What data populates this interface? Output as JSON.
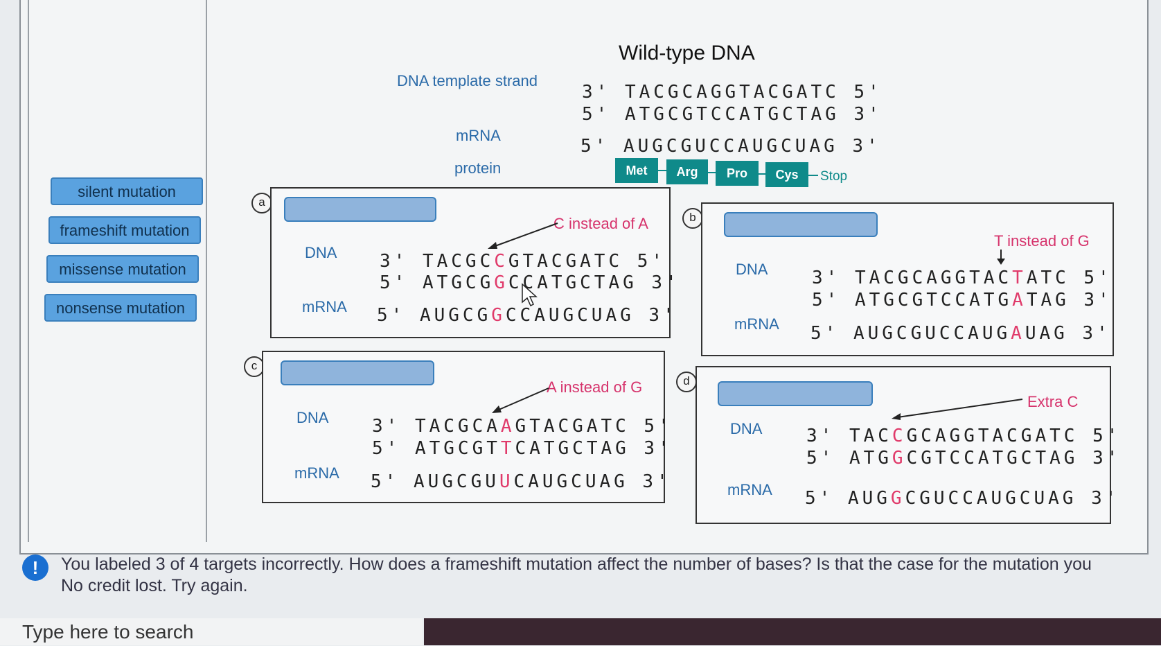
{
  "wildtype": {
    "title": "Wild-type DNA",
    "template_label": "DNA template strand",
    "template_strand": "3' TACGCAGGTACGATC 5'",
    "coding_strand": "5' ATGCGTCCATGCTAG 3'",
    "mrna_label": "mRNA",
    "mrna": "5' AUGCGUCCAUGCUAG 3'",
    "protein_label": "protein",
    "protein": [
      "Met",
      "Arg",
      "Pro",
      "Cys"
    ],
    "stop": "Stop"
  },
  "labels": [
    "silent mutation",
    "frameshift mutation",
    "missense mutation",
    "nonsense mutation"
  ],
  "mutants": {
    "a": {
      "badge": "a",
      "note": "C instead of A",
      "dna_label": "DNA",
      "mrna_label": "mRNA",
      "template_pre": "3' TACGC",
      "template_mut": "C",
      "template_post": "GTACGATC 5'",
      "coding_pre": "5' ATGCG",
      "coding_mut": "G",
      "coding_post": "CCATGCTAG 3'",
      "mrna_pre": "5' AUGCG",
      "mrna_mut": "G",
      "mrna_post": "CCAUGCUAG 3'"
    },
    "b": {
      "badge": "b",
      "note": "T instead of G",
      "dna_label": "DNA",
      "mrna_label": "mRNA",
      "template_pre": "3' TACGCAGGTAC",
      "template_mut": "T",
      "template_post": "ATC 5'",
      "coding_pre": "5' ATGCGTCCATG",
      "coding_mut": "A",
      "coding_post": "TAG 3'",
      "mrna_pre": "5' AUGCGUCCAUG",
      "mrna_mut": "A",
      "mrna_post": "UAG 3'"
    },
    "c": {
      "badge": "c",
      "note": "A instead of G",
      "dna_label": "DNA",
      "mrna_label": "mRNA",
      "template_pre": "3' TACGCA",
      "template_mut": "A",
      "template_post": "GTACGATC 5'",
      "coding_pre": "5' ATGCGT",
      "coding_mut": "T",
      "coding_post": "CATGCTAG 3'",
      "mrna_pre": "5' AUGCGU",
      "mrna_mut": "U",
      "mrna_post": "CAUGCUAG 3'"
    },
    "d": {
      "badge": "d",
      "note": "Extra C",
      "dna_label": "DNA",
      "mrna_label": "mRNA",
      "template_pre": "3' TAC",
      "template_mut": "C",
      "template_post": "GCAGGTACGATC 5'",
      "coding_pre": "5' ATG",
      "coding_mut": "G",
      "coding_post": "CGTCCATGCTAG 3'",
      "mrna_pre": "5' AUG",
      "mrna_mut": "G",
      "mrna_post": "CGUCCAUGCUAG 3'"
    }
  },
  "feedback": {
    "line1": "You labeled 3 of 4 targets incorrectly. How does a frameshift mutation affect the number of bases? Is that the case for the mutation you",
    "line2": "No credit lost. Try again."
  },
  "taskbar": {
    "search_placeholder": "Type here to search"
  },
  "colors": {
    "accent": "#5aa2df",
    "protein": "#0f8a8a",
    "mutation": "#e03a6a",
    "label": "#2a6aa8"
  }
}
